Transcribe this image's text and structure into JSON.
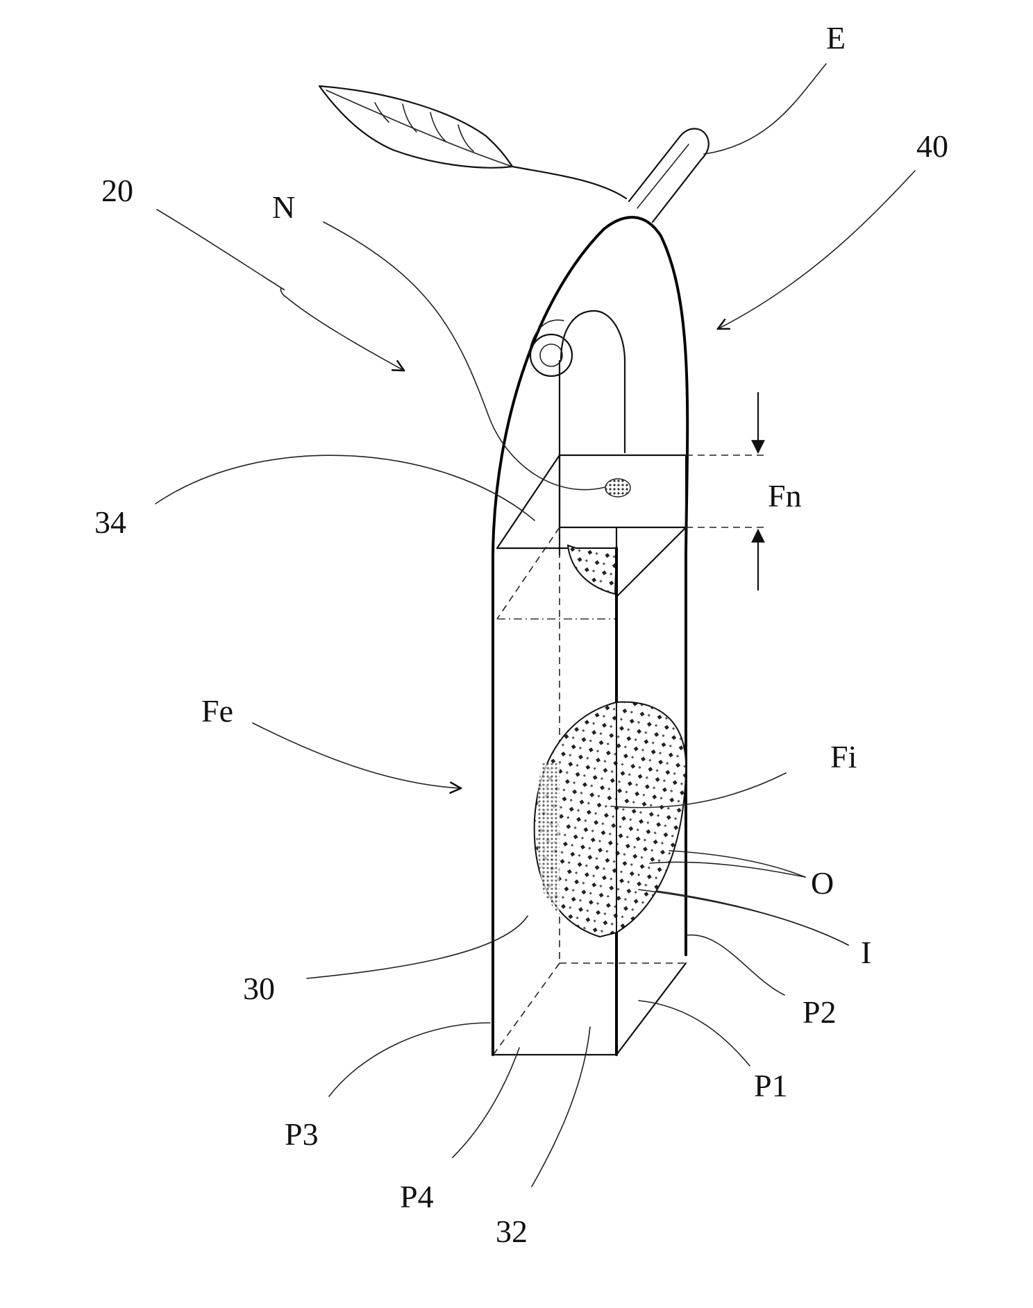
{
  "labels": {
    "E": "E",
    "forty": "40",
    "twenty": "20",
    "N": "N",
    "thirtyfour": "34",
    "Fn": "Fn",
    "Fe": "Fe",
    "Fi": "Fi",
    "O": "O",
    "I": "I",
    "thirty": "30",
    "P2": "P2",
    "P1": "P1",
    "P3": "P3",
    "P4": "P4",
    "thirtytwo": "32"
  }
}
